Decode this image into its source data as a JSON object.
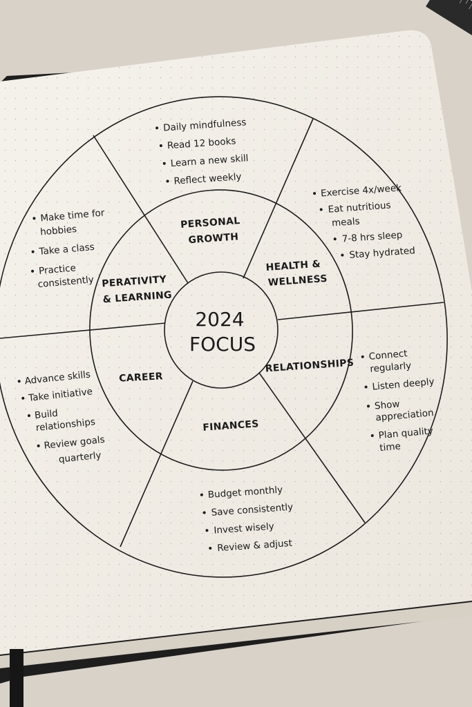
{
  "center": {
    "year": "2024",
    "word": "FOCUS"
  },
  "segments": {
    "personal_growth": {
      "line1": "PERSONAL",
      "line2": "GROWTH",
      "items": [
        "Daily mindfulness",
        "Read 12 books",
        "Learn a new skill",
        "Reflect weekly"
      ]
    },
    "health_wellness": {
      "line1": "HEALTH &",
      "line2": "WELLNESS",
      "items": [
        "Exercise 4x/week",
        "Eat nutritious",
        "meals",
        "7-8 hrs sleep",
        "Stay hydrated"
      ]
    },
    "relationships": {
      "line1": "RELATIONSHIPS",
      "items": [
        "Connect",
        "regularly",
        "Listen deeply",
        "Show",
        "appreciation",
        "Plan quality",
        "time"
      ]
    },
    "finances": {
      "line1": "FINANCES",
      "items": [
        "Budget monthly",
        "Save consistently",
        "Invest wisely",
        "Review & adjust"
      ]
    },
    "career": {
      "line1": "CAREER",
      "items": [
        "Advance skills",
        "Take initiative",
        "Build",
        "relationships",
        "Review goals",
        "quarterly"
      ]
    },
    "creativity": {
      "line1": "PERATIVITY",
      "line2": "& LEARNING",
      "items": [
        "Make time for",
        "hobbies",
        "Take a class",
        "Practice",
        "consistently"
      ]
    }
  },
  "colors": {
    "desk": "#d9d2c8",
    "paper": "#f3efe8",
    "ink": "#1a1a1a",
    "cover": "#1e1e1e"
  }
}
